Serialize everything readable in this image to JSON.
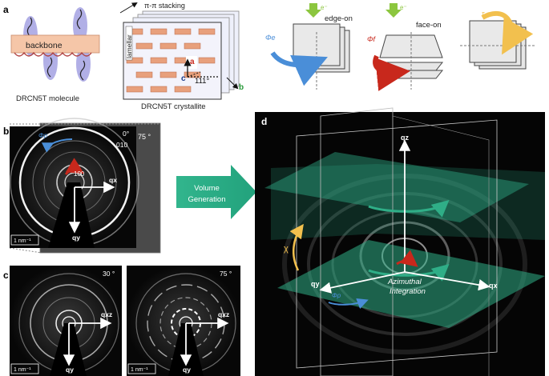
{
  "panels": {
    "a": {
      "letter": "a",
      "backbone_label": "backbone",
      "molecule_caption": "DRCN5T molecule",
      "crystallite_caption": "DRCN5T crystallite",
      "stacking_label": "π-π stacking",
      "lamellar_label": "lamellar",
      "axis_a": "a",
      "axis_b": "b",
      "axis_c": "c",
      "angle_label": "111°",
      "edge_on_label": "edge-on",
      "face_on_label": "face-on",
      "beam_label": "e⁻",
      "phi_e_label": "Φe",
      "phi_f_label": "Φf",
      "tau_label": "τ"
    },
    "b": {
      "letter": "b",
      "angle_front": "0°",
      "angle_back": "75 °",
      "phi_label": "Φp",
      "peak_010": "010",
      "peak_100": "100",
      "qx_label": "qx",
      "qy_label": "qy",
      "scale_bar": "1 nm⁻¹"
    },
    "arrow": {
      "line1": "Volume",
      "line2": "Generation"
    },
    "c": {
      "letter": "c",
      "angle_left": "30 °",
      "angle_right": "75 °",
      "qxz_label": "qxz",
      "qy_label": "qy",
      "scale_bar": "1 nm⁻¹"
    },
    "d": {
      "letter": "d",
      "qz_label": "qz",
      "qx_label": "qx",
      "qy_label": "qy",
      "chi_label": "χ",
      "phi_label": "Φp",
      "integration_line1": "Azimuthal",
      "integration_line2": "Integration"
    }
  },
  "colors": {
    "accent_green": "#2fae87",
    "phi_blue": "#4a8ed8",
    "phi_red": "#c8281c",
    "tau_yellow": "#f2c04e",
    "beam_green": "#8cc63f",
    "backbone_fill": "#f5c6a8",
    "side_chain_blue": "#a9a6e3"
  }
}
